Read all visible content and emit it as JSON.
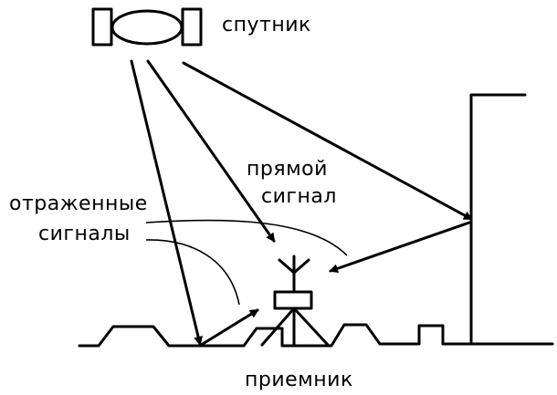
{
  "labels": {
    "satellite": "спутник",
    "direct_line1": "прямой",
    "direct_line2": "сигнал",
    "reflected_line1": "отраженные",
    "reflected_line2": "сигналы",
    "receiver": "приемник"
  }
}
